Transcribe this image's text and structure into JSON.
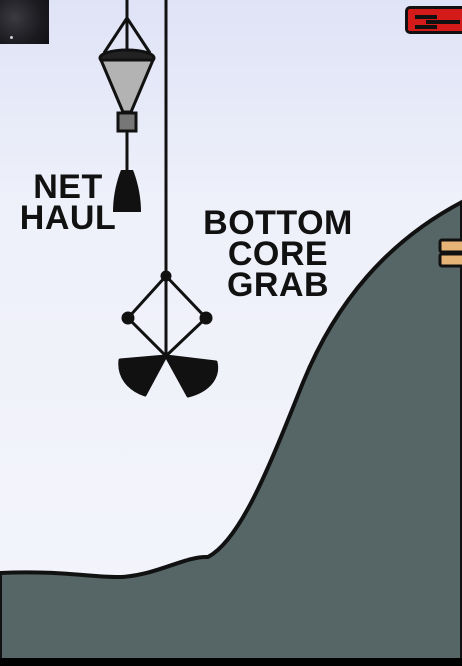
{
  "scene": {
    "title": "",
    "sky_color": "#e9ecf8",
    "seabed_color": "#566566",
    "outline_color": "#111111"
  },
  "labels": {
    "net_haul": [
      "NET",
      "HAUL"
    ],
    "bottom_core_grab": [
      "BOTTOM",
      "CORE",
      "GRAB"
    ]
  },
  "icons": {
    "net": "plankton-net-icon",
    "grab": "core-grab-icon",
    "menu": "flag-menu-icon"
  },
  "ui": {
    "menu_button_color": "#d51a1a",
    "thumbnail_color": "#1b1b20"
  }
}
